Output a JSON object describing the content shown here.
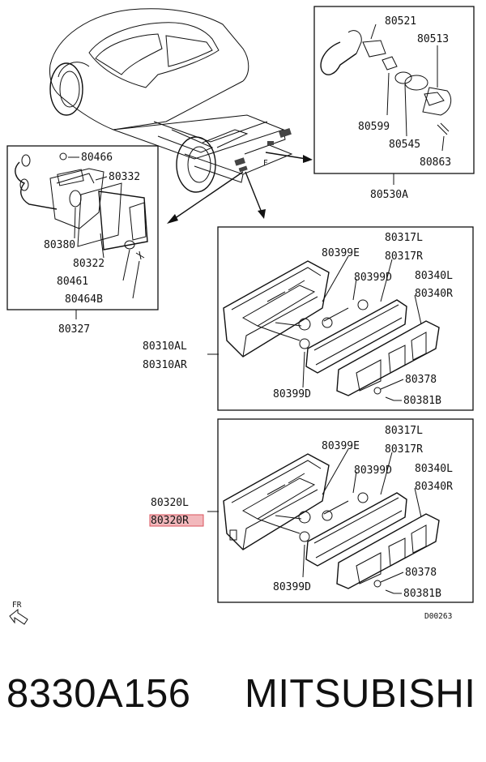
{
  "footer": {
    "part_number": "8330A156",
    "brand": "MITSUBISHI"
  },
  "diagram": {
    "code": "D00263",
    "front_marker": "FR",
    "highlighted": "80320R",
    "groups": {
      "side_lamp": {
        "assembly": "80327",
        "parts": [
          "80466",
          "80332",
          "80380",
          "80322",
          "80461",
          "80464B"
        ]
      },
      "plate_lamp": {
        "assembly": "80530A",
        "parts": [
          "80521",
          "80513",
          "80599",
          "80545",
          "80863"
        ]
      },
      "rear_lamp_upper": {
        "assemblies": [
          "80310AL",
          "80310AR"
        ],
        "parts": [
          "80317L",
          "80317R",
          "80399E",
          "80399D",
          "80340L",
          "80340R",
          "80378",
          "80381B",
          "80399D"
        ]
      },
      "rear_lamp_lower": {
        "assemblies": [
          "80320L",
          "80320R"
        ],
        "parts": [
          "80317L",
          "80317R",
          "80399E",
          "80399D",
          "80340L",
          "80340R",
          "80378",
          "80381B",
          "80399D"
        ]
      }
    }
  }
}
